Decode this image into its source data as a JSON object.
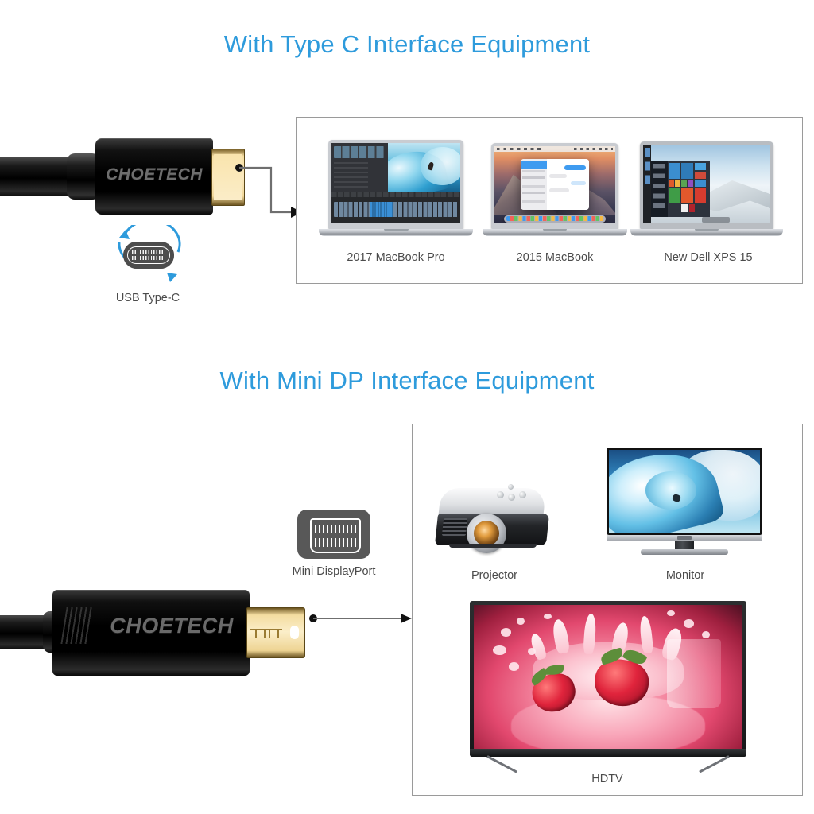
{
  "page": {
    "background": "#ffffff",
    "accent_color": "#2e9bdc",
    "label_color": "#4b4b4b",
    "brand": "CHOETECH"
  },
  "sections": [
    {
      "id": "type-c",
      "title": "With Type C Interface Equipment",
      "connector": {
        "brand_text": "CHOETECH",
        "icon_label": "USB Type-C",
        "icon_name": "usb-type-c-icon",
        "reversible_arrow": true
      },
      "devices": [
        {
          "label": "2017 MacBook Pro",
          "icon": "macbook-pro-laptop"
        },
        {
          "label": "2015 MacBook",
          "icon": "macbook-laptop"
        },
        {
          "label": "New Dell XPS 15",
          "icon": "dell-xps-laptop"
        }
      ]
    },
    {
      "id": "mini-dp",
      "title": "With Mini DP Interface Equipment",
      "connector": {
        "brand_text": "CHOETECH",
        "icon_label": "Mini DisplayPort",
        "icon_name": "mini-displayport-icon"
      },
      "devices": [
        {
          "label": "Projector",
          "icon": "projector"
        },
        {
          "label": "Monitor",
          "icon": "computer-monitor"
        },
        {
          "label": "HDTV",
          "icon": "hdtv-television"
        }
      ]
    }
  ]
}
